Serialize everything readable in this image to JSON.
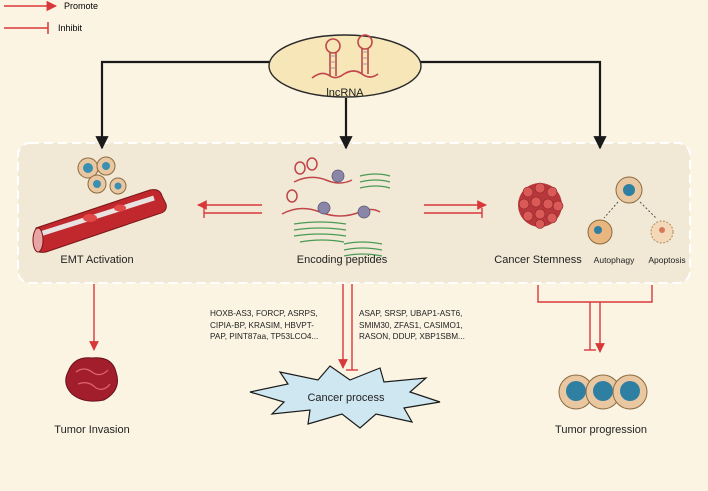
{
  "legend": {
    "promote": "Promote",
    "inhibit": "Inhibit"
  },
  "center": {
    "title": "lncRNA"
  },
  "box": {
    "emt": "EMT Activation",
    "encoding": "Encoding peptides",
    "stemness": "Cancer Stemness",
    "autophagy": "Autophagy",
    "apoptosis": "Apoptosis"
  },
  "outcomes": {
    "invasion": "Tumor Invasion",
    "process": "Cancer process",
    "progression": "Tumor progression"
  },
  "genes_left": [
    "HOXB-AS3,  FORCP,  ASRPS,",
    "CIPIA-BP,  KRASIM,  HBVPT-",
    "PAP, PINT87aa, TP53LCO4..."
  ],
  "genes_right": [
    "ASAP,   SRSP,   UBAP1-AST6,",
    "SMIM30,   ZFAS1,   CASIMO1,",
    "RASON, DDUP, XBP1SBM..."
  ],
  "colors": {
    "promote": "#d9383a",
    "inhibit": "#d9383a",
    "black_arrow": "#1a1a1a",
    "box_fill": "#f1e9d6",
    "ellipse_fill": "#f7e6b8",
    "background": "#fbf4e2"
  },
  "icons": {
    "emt": "blood-vessel-cells-icon",
    "encoding": "rna-peptide-icon",
    "stemness": "cell-cluster-icon",
    "invasion": "tumor-tissue-icon",
    "progression": "tumor-cells-icon"
  }
}
